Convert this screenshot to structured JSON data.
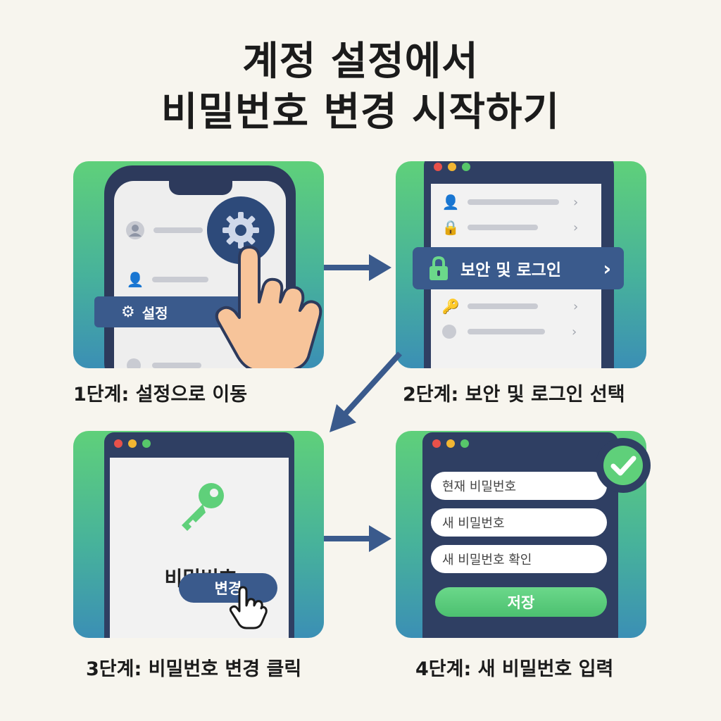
{
  "title": {
    "line1": "계정 설정에서",
    "line2": "비밀번호 변경 시작하기"
  },
  "steps": [
    {
      "caption": "1단계: 설정으로 이동",
      "highlight_label": "설정",
      "icons": [
        "person-icon",
        "pencil-icon",
        "gear-icon",
        "hand-pointer-icon"
      ]
    },
    {
      "caption": "2단계: 보안 및 로그인 선택",
      "highlight_label": "보안 및 로그인",
      "icons": [
        "person-icon",
        "lock-icon",
        "key-icon",
        "chevron-right-icon"
      ]
    },
    {
      "caption": "3단계: 비밀번호 변경 클릭",
      "label": "비밀번호",
      "button_label": "변경",
      "icons": [
        "key-icon",
        "hand-pointer-icon"
      ]
    },
    {
      "caption": "4단계: 새 비밀번호 입력",
      "fields": [
        "현재 비밀번호",
        "새 비밀번호",
        "새 비밀번호 확인"
      ],
      "save_label": "저장",
      "icons": [
        "checkmark-icon"
      ]
    }
  ],
  "colors": {
    "background": "#f7f5ee",
    "navy": "#2f3f63",
    "band_blue": "#3a5a8c",
    "green": "#5fd07a",
    "teal_blue": "#3b8fb5",
    "dot_red": "#e8514a",
    "dot_yellow": "#f2b632",
    "dot_green": "#57c76a"
  }
}
